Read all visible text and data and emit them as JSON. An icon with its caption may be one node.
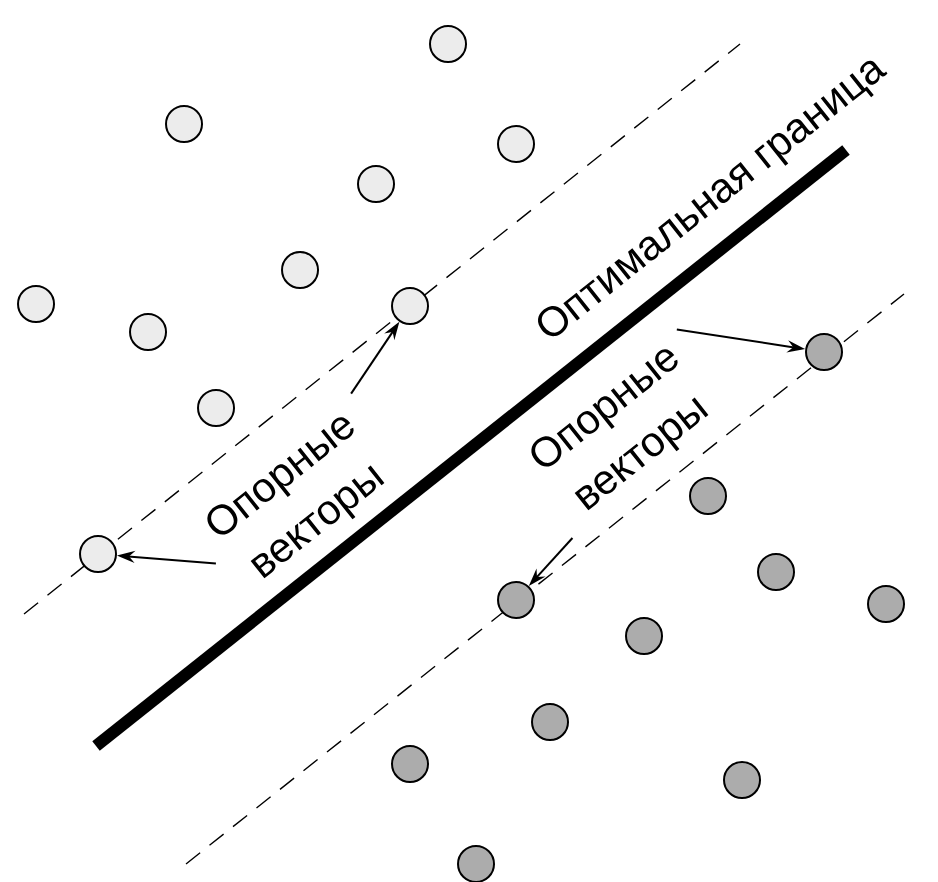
{
  "diagram": {
    "nodes": [
      {
        "text": [],
        "shape": "circle"
      },
      {
        "text": [],
        "shape": "circle"
      },
      {
        "text": [],
        "shape": "circle"
      },
      {
        "text": [],
        "shape": "circle"
      },
      {
        "text": [],
        "shape": "circle"
      },
      {
        "text": [],
        "shape": "circle"
      },
      {
        "text": [],
        "shape": "circle"
      },
      {
        "text": [],
        "shape": "circle"
      },
      {
        "text": [],
        "shape": "circle"
      },
      {
        "text": [],
        "shape": "circle"
      },
      {
        "text": [
          "Опорные векторы"
        ]
      },
      {
        "text": [
          "Опорные векторы"
        ]
      },
      {
        "text": [],
        "shape": "circle"
      },
      {
        "text": [],
        "shape": "circle"
      },
      {
        "text": [],
        "shape": "circle"
      },
      {
        "text": [],
        "shape": "circle"
      },
      {
        "text": [],
        "shape": "circle"
      },
      {
        "text": [],
        "shape": "circle"
      },
      {
        "text": [],
        "shape": "circle"
      },
      {
        "text": [],
        "shape": "circle"
      },
      {
        "text": [],
        "shape": "circle"
      },
      {
        "text": [],
        "shape": "circle"
      }
    ],
    "edges": [
      {
        "from": 10,
        "to": 6,
        "arrow": "to"
      },
      {
        "from": 10,
        "to": 9,
        "arrow": "to"
      },
      {
        "from": 11,
        "to": 12,
        "arrow": "to"
      },
      {
        "from": 11,
        "to": 15,
        "arrow": "to"
      }
    ],
    "labels": [
      "Оптимальная граница"
    ]
  }
}
